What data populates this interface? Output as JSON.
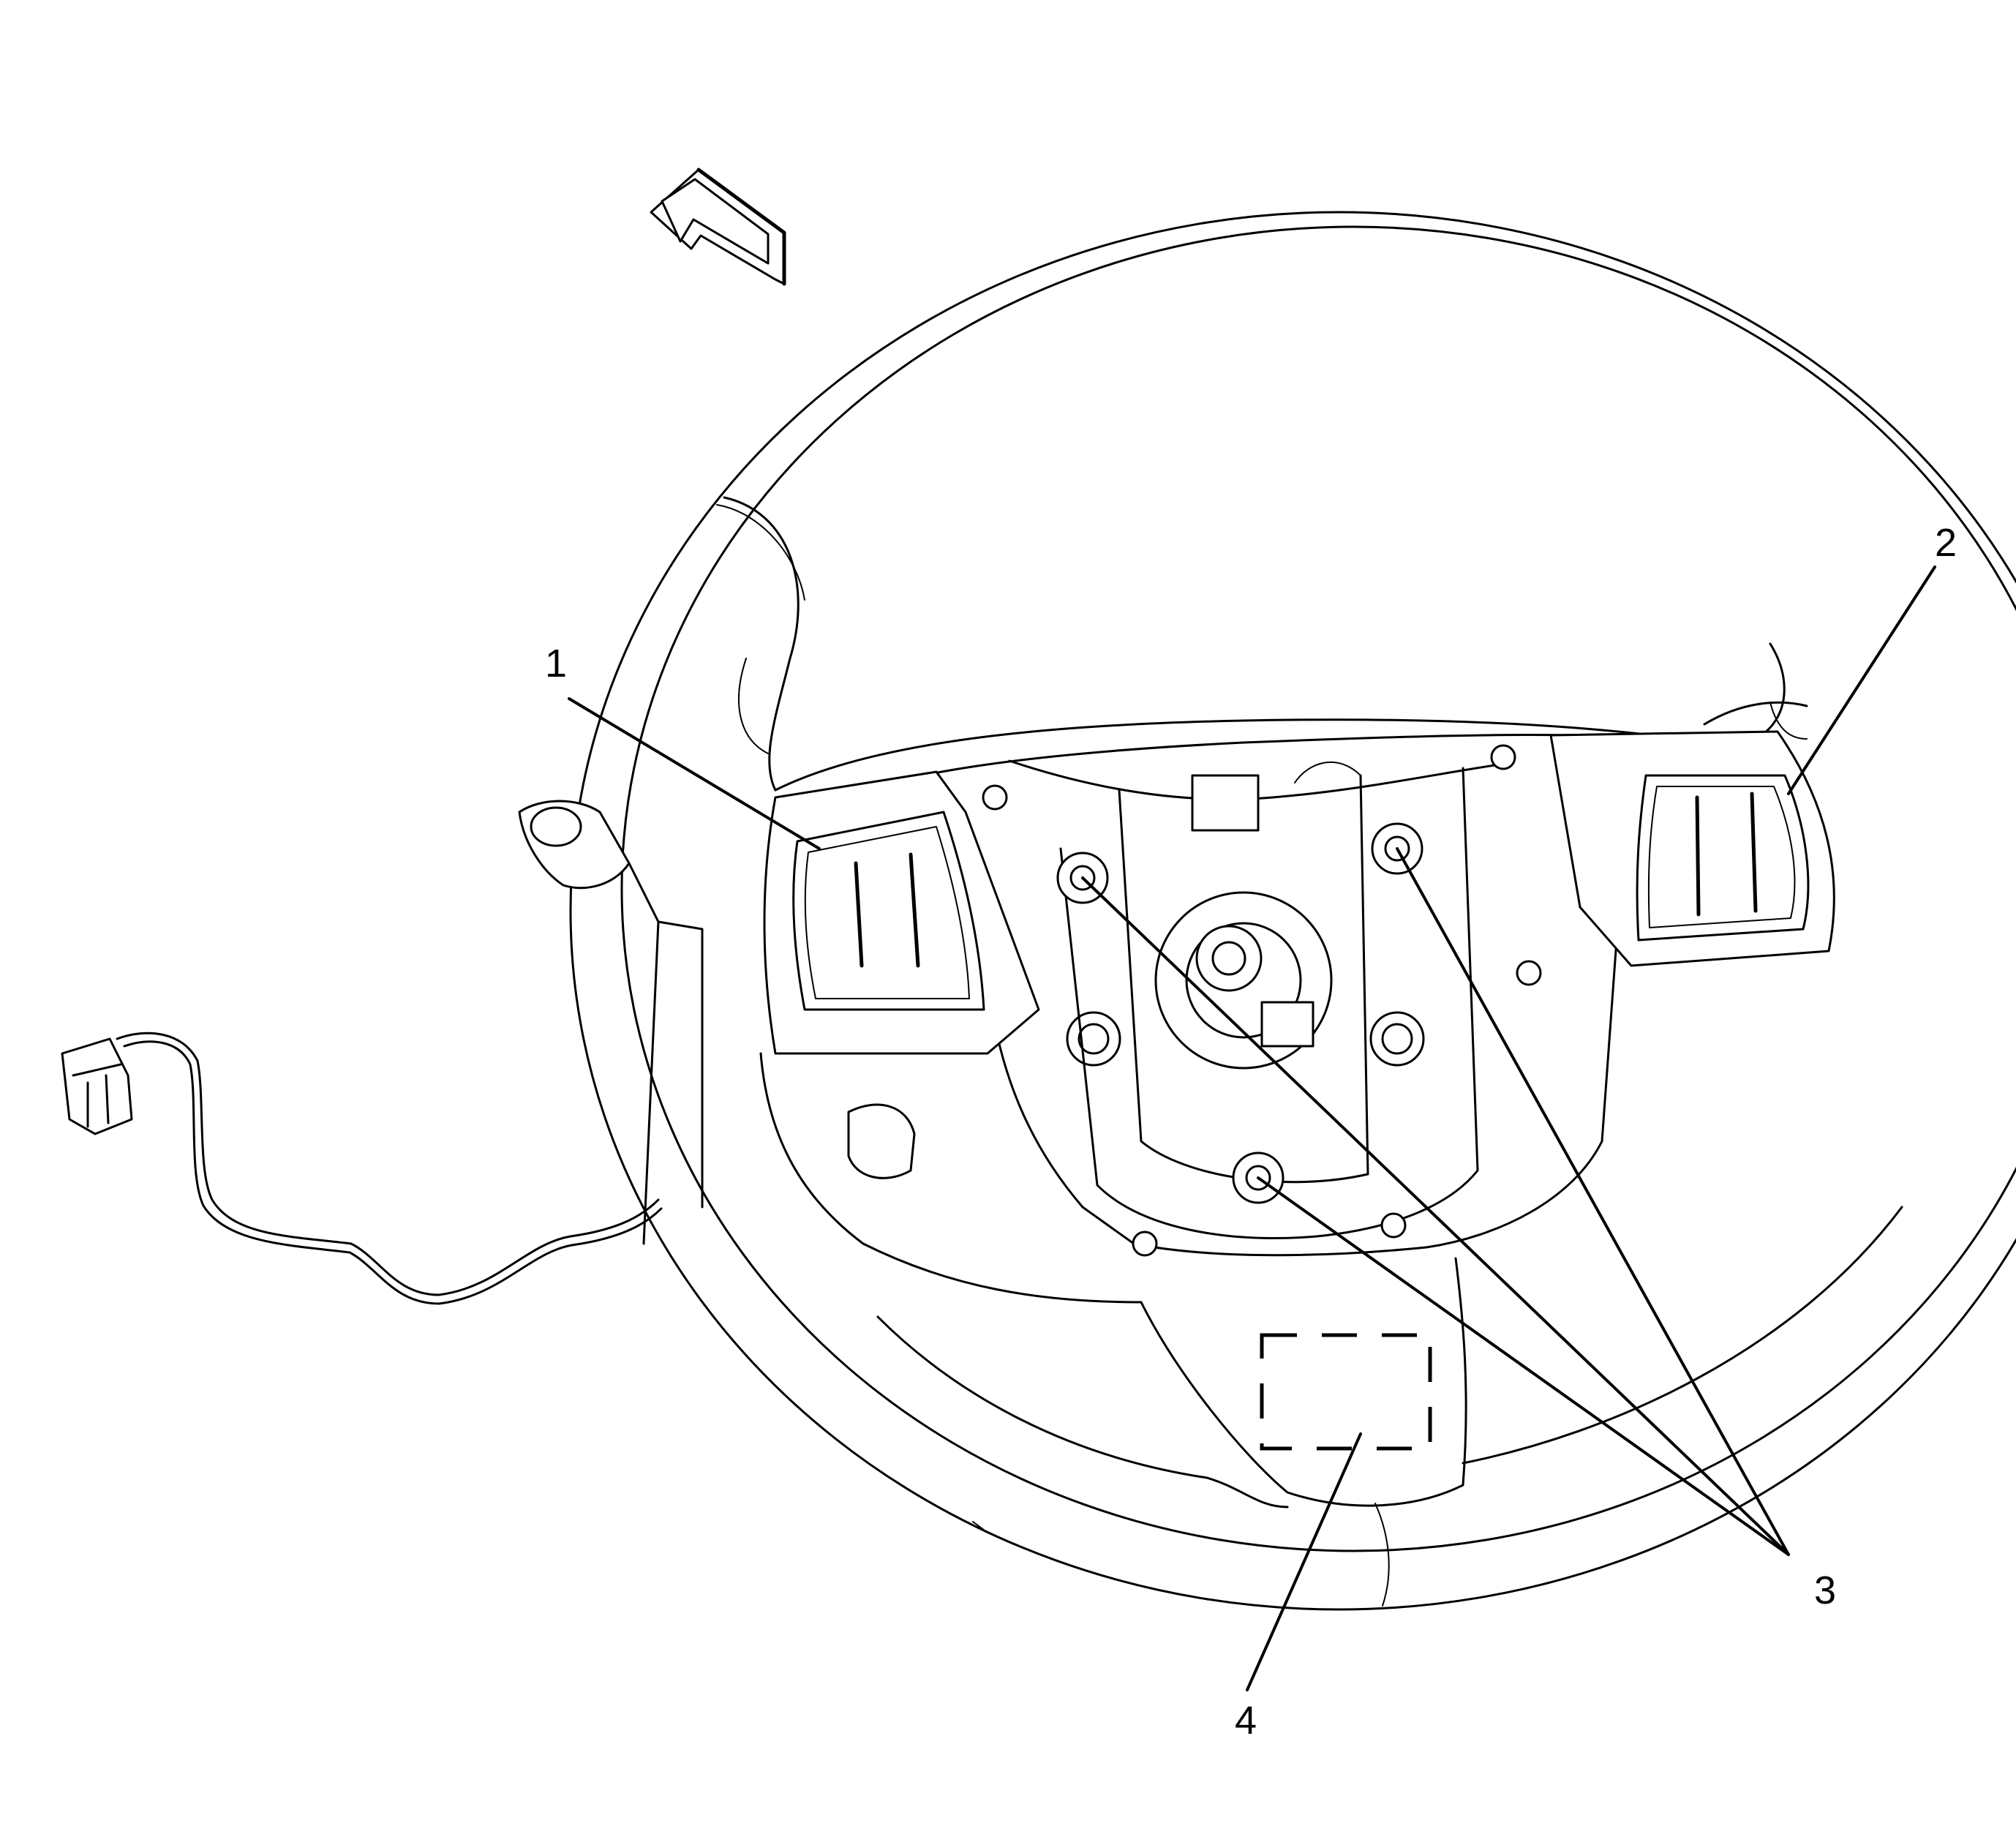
{
  "diagram": {
    "callouts": [
      {
        "id": "1",
        "text": "1"
      },
      {
        "id": "2",
        "text": "2"
      },
      {
        "id": "3",
        "text": "3"
      },
      {
        "id": "4",
        "text": "4"
      }
    ],
    "parts": {
      "steering_wheel": "steering-wheel",
      "left_switch": "left-steering-wheel-control-switch",
      "right_switch": "right-steering-wheel-control-switch",
      "bolts": "switch-retaining-bolts",
      "back_cover_area": "steering-wheel-back-cover-area",
      "harness": "switch-wiring-harness",
      "direction_arrow": "front-of-vehicle-arrow-icon"
    }
  }
}
